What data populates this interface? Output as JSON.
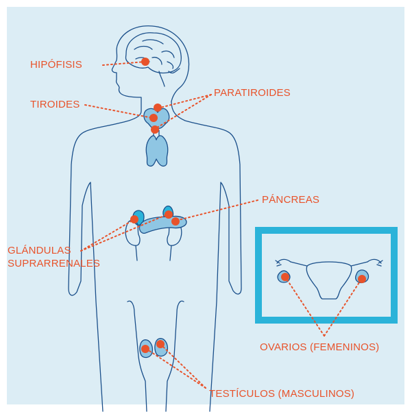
{
  "labels": {
    "hipofisis": "HIPÓFISIS",
    "tiroides": "TIROIDES",
    "paratiroides": "PARATIROIDES",
    "pancreas": "PÁNCREAS",
    "glandulas_line1": "GLÁNDULAS",
    "glandulas_line2": "SUPRARRENALES",
    "ovarios": "OVARIOS (FEMENINOS)",
    "testiculos": "TESTÍCULOS (MASCULINOS)"
  },
  "colors": {
    "background": "#dcedf5",
    "outline": "#1a4f8a",
    "accent": "#e8532b",
    "frame": "#2bb3d9",
    "gland_fill": "#8fc6e3"
  }
}
